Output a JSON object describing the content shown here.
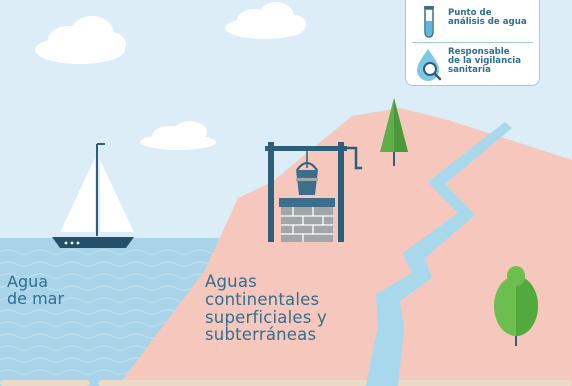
{
  "labels": {
    "sea": "Agua\nde mar",
    "inland": "Aguas\ncontinentales\nsuperficiales y\nsubterráneas"
  },
  "legend": {
    "items": [
      {
        "icon": "test-tube-icon",
        "label": "Punto de\nanálisis de agua"
      },
      {
        "icon": "water-drop-magnifier-icon",
        "label": "Responsable\nde la vigilancia\nsanitaria"
      }
    ]
  },
  "colors": {
    "sky": "#dcedf8",
    "sea": "#a9d3e8",
    "land": "#f5c7bd",
    "river": "#a8d8ec",
    "text": "#2f6f8f",
    "tree_green": "#5fae4a"
  }
}
